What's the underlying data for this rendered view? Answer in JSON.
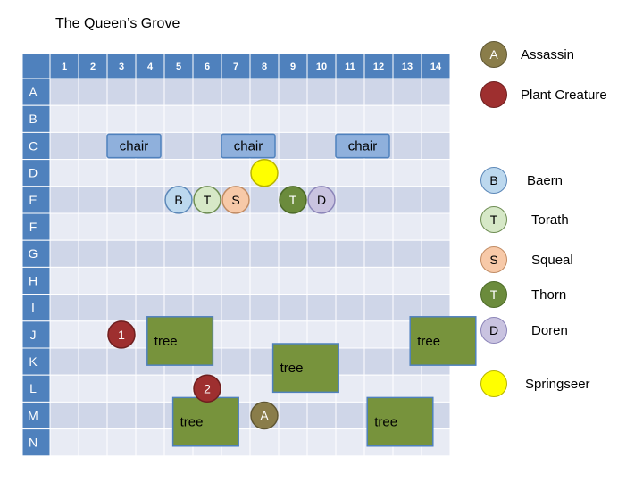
{
  "title": "The Queen’s Grove",
  "grid": {
    "columns": [
      "1",
      "2",
      "3",
      "4",
      "5",
      "6",
      "7",
      "8",
      "9",
      "10",
      "11",
      "12",
      "13",
      "14"
    ],
    "rows": [
      "A",
      "B",
      "C",
      "D",
      "E",
      "F",
      "G",
      "H",
      "I",
      "J",
      "K",
      "L",
      "M",
      "N"
    ]
  },
  "furniture": [
    {
      "label": "chair",
      "row": "C",
      "col_start": 3,
      "col_span": 2
    },
    {
      "label": "chair",
      "row": "C",
      "col_start": 7,
      "col_span": 2
    },
    {
      "label": "chair",
      "row": "C",
      "col_start": 11,
      "col_span": 2
    }
  ],
  "trees": [
    {
      "label": "tree",
      "row": "J",
      "col": 4.7,
      "row_span": 1.8,
      "col_span": 2.3
    },
    {
      "label": "tree",
      "row": "K",
      "col": 9.1,
      "row_span": 1.8,
      "col_span": 2.3
    },
    {
      "label": "tree",
      "row": "J",
      "col": 13.9,
      "row_span": 1.8,
      "col_span": 2.3
    },
    {
      "label": "tree",
      "row": "M",
      "col": 5.6,
      "row_span": 1.8,
      "col_span": 2.3
    },
    {
      "label": "tree",
      "row": "M",
      "col": 12.4,
      "row_span": 1.8,
      "col_span": 2.3
    }
  ],
  "tokens": [
    {
      "id": "baern",
      "letter": "B",
      "row": "E",
      "col": 5,
      "fill": "#bcd8ee",
      "stroke": "#5b87b8"
    },
    {
      "id": "torath",
      "letter": "T",
      "row": "E",
      "col": 6,
      "fill": "#d6e8c7",
      "stroke": "#6d8c52"
    },
    {
      "id": "squeal",
      "letter": "S",
      "row": "E",
      "col": 7,
      "fill": "#f7c9a8",
      "stroke": "#c18b63"
    },
    {
      "id": "thorn",
      "letter": "T",
      "row": "E",
      "col": 9,
      "fill": "#6b8b3c",
      "stroke": "#4c6a27"
    },
    {
      "id": "doren",
      "letter": "D",
      "row": "E",
      "col": 10,
      "fill": "#c9c3e0",
      "stroke": "#8b84b8"
    },
    {
      "id": "springseer",
      "letter": "",
      "row": "D",
      "col": 8,
      "fill": "#ffff00",
      "stroke": "#b9b400"
    },
    {
      "id": "plant-1",
      "letter": "1",
      "row": "J",
      "col": 3,
      "fill": "#9e2f2f",
      "stroke": "#6e1f1f"
    },
    {
      "id": "plant-2",
      "letter": "2",
      "row": "L",
      "col": 6,
      "fill": "#9e2f2f",
      "stroke": "#6e1f1f"
    },
    {
      "id": "assassin",
      "letter": "A",
      "row": "M",
      "col": 8,
      "fill": "#8a7d4a",
      "stroke": "#5f5632"
    }
  ],
  "legend": [
    {
      "id": "assassin",
      "letter": "A",
      "label": "Assassin",
      "fill": "#8a7d4a",
      "stroke": "#5f5632"
    },
    {
      "id": "plant-creature",
      "letter": "",
      "label": "Plant Creature",
      "fill": "#9e2f2f",
      "stroke": "#6e1f1f"
    },
    {
      "id": "baern",
      "letter": "B",
      "label": "Baern",
      "fill": "#bcd8ee",
      "stroke": "#5b87b8"
    },
    {
      "id": "torath",
      "letter": "T",
      "label": "Torath",
      "fill": "#d6e8c7",
      "stroke": "#6d8c52"
    },
    {
      "id": "squeal",
      "letter": "S",
      "label": "Squeal",
      "fill": "#f7c9a8",
      "stroke": "#c18b63"
    },
    {
      "id": "thorn",
      "letter": "T",
      "label": "Thorn",
      "fill": "#6b8b3c",
      "stroke": "#4c6a27"
    },
    {
      "id": "doren",
      "letter": "D",
      "label": "Doren",
      "fill": "#c9c3e0",
      "stroke": "#8b84b8"
    },
    {
      "id": "springseer",
      "letter": "",
      "label": "Springseer",
      "fill": "#ffff00",
      "stroke": "#b9b400"
    }
  ]
}
